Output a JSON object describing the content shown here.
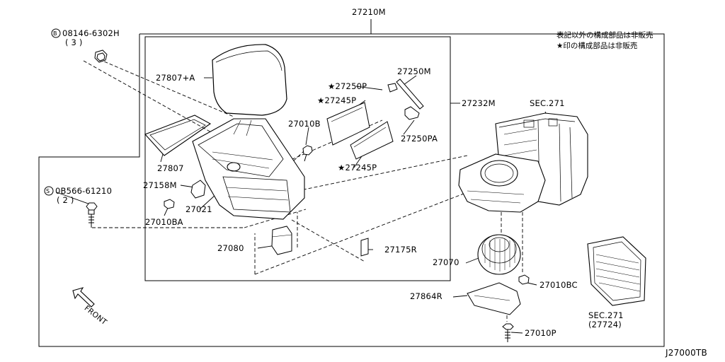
{
  "labels": {
    "top_assembly": "27210M",
    "bolt_b": "08146-6302H",
    "bolt_b_qty": "( 3 )",
    "screw_s": "0B566-61210",
    "screw_s_qty": "( 2 )",
    "p27807a": "27807+A",
    "p27807": "27807",
    "p27158m": "27158M",
    "p27021": "27021",
    "p27010ba": "27010BA",
    "p27080": "27080",
    "p27010b": "27010B",
    "p27250p": "27250P",
    "p27245p_top": "27245P",
    "p27245p_bot": "27245P",
    "p27250m": "27250M",
    "p27250pa": "27250PA",
    "p27232m": "27232M",
    "sec271_top": "SEC.271",
    "p27175r": "27175R",
    "p27070": "27070",
    "p27010bc": "27010BC",
    "p27864r": "27864R",
    "p27010p": "27010P",
    "sec271_bot": "SEC.271",
    "sec271_bot_sub": "(27724)",
    "front": "FRONT",
    "diagram_id": "J27000TB"
  },
  "notes": {
    "line1": "表記以外の構成部品は非販売",
    "line2": "★印の構成部品は非販売"
  },
  "symbols": {
    "star": "★",
    "bolt_marker": "B",
    "screw_marker": "S"
  }
}
